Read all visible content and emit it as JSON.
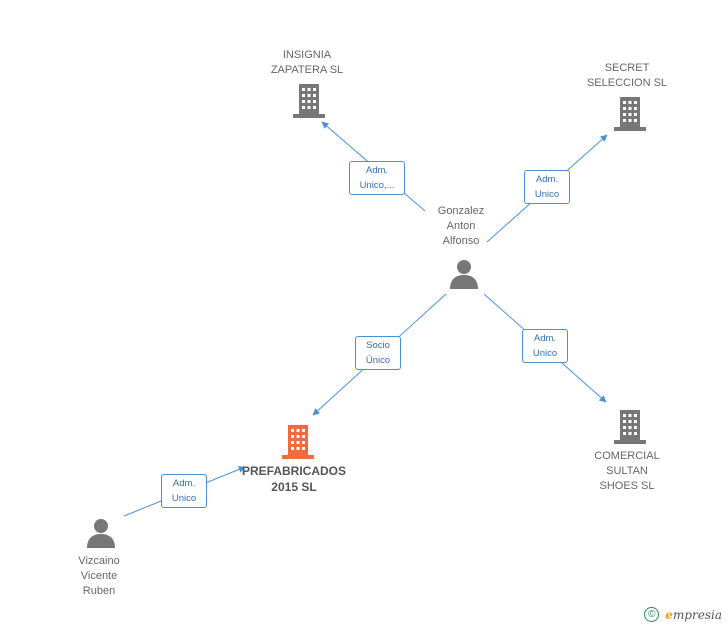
{
  "colors": {
    "edge": "#4a90d9",
    "company": "#777777",
    "company_main": "#f26a3d",
    "person": "#777777"
  },
  "nodes": {
    "insignia": {
      "name": [
        "INSIGNIA",
        "ZAPATERA SL"
      ],
      "icon": "building-icon"
    },
    "secret": {
      "name": [
        "SECRET",
        "SELECCION SL"
      ],
      "icon": "building-icon"
    },
    "gonzalez": {
      "name": [
        "Gonzalez",
        "Anton",
        "Alfonso"
      ],
      "icon": "person-icon"
    },
    "prefabricados": {
      "name": [
        "PREFABRICADOS",
        "2015  SL"
      ],
      "icon": "building-icon"
    },
    "comercial": {
      "name": [
        "COMERCIAL",
        "SULTAN",
        "SHOES SL"
      ],
      "icon": "building-icon"
    },
    "vizcaino": {
      "name": [
        "Vizcaino",
        "Vicente",
        "Ruben"
      ],
      "icon": "person-icon"
    }
  },
  "edges": {
    "to_insignia": [
      "Adm.",
      "Unico,..."
    ],
    "to_secret": [
      "Adm.",
      "Unico"
    ],
    "to_prefabricados": [
      "Socio",
      "Único"
    ],
    "to_comercial": [
      "Adm.",
      "Unico"
    ],
    "vizcaino_to_prefabricados": [
      "Adm.",
      "Unico"
    ]
  },
  "footer": {
    "copyright": "©",
    "brand_initial": "e",
    "brand_rest": "mpresia"
  }
}
